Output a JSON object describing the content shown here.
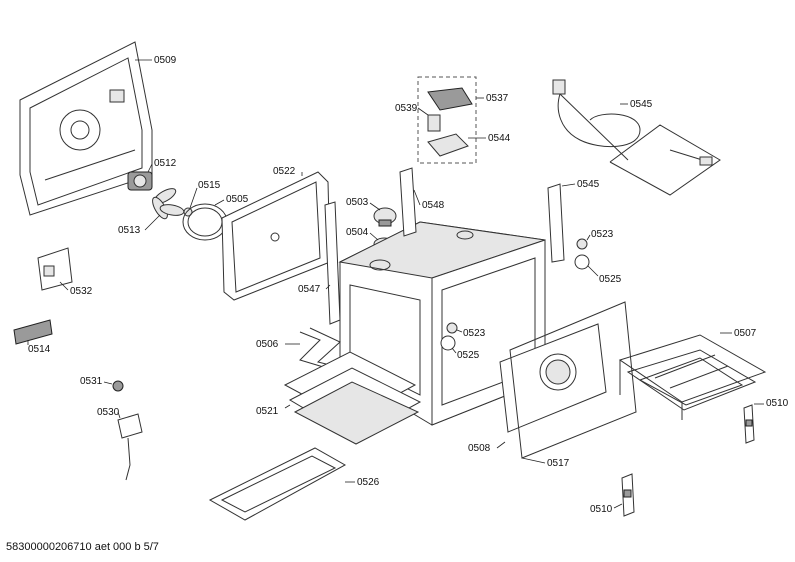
{
  "diagram": {
    "labels": {
      "p0509": "0509",
      "p0512": "0512",
      "p0515": "0515",
      "p0505": "0505",
      "p0513": "0513",
      "p0522": "0522",
      "p0532": "0532",
      "p0514": "0514",
      "p0503": "0503",
      "p0504": "0504",
      "p0548": "0548",
      "p0545a": "0545",
      "p0545b": "0545",
      "p0537": "0537",
      "p0539": "0539",
      "p0544": "0544",
      "p0523a": "0523",
      "p0525a": "0525",
      "p0523b": "0523",
      "p0525b": "0525",
      "p0547": "0547",
      "p0506": "0506",
      "p0507": "0507",
      "p0531": "0531",
      "p0530": "0530",
      "p0521": "0521",
      "p0526": "0526",
      "p0508": "0508",
      "p0517": "0517",
      "p0510a": "0510",
      "p0510b": "0510"
    }
  },
  "footer": {
    "doc_id": "58300000206710 aet 000 b 5/7"
  }
}
